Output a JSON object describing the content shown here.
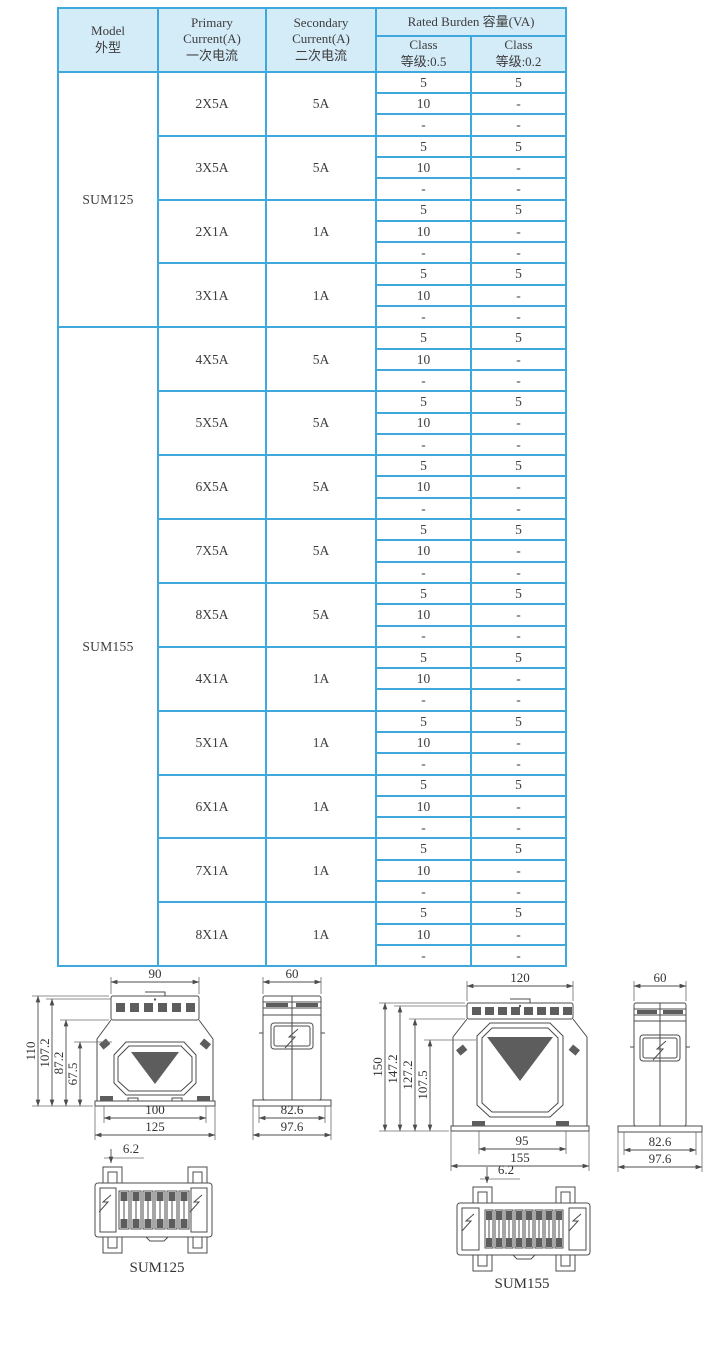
{
  "colors": {
    "table_border": "#3fa8dc",
    "header_bg": "#d4ebf8",
    "text": "#3d3d3d",
    "drawing_line": "#4c4c4c"
  },
  "table": {
    "header": {
      "model": "Model\n外型",
      "primary": "Primary\nCurrent(A)\n一次电流",
      "secondary": "Secondary\nCurrent(A)\n二次电流",
      "rated_burden": "Rated Burden 容量(VA)",
      "class_05": "Class\n等级:0.5",
      "class_02": "Class\n等级:0.2"
    },
    "sections": [
      {
        "model": "SUM125",
        "groups": [
          {
            "primary": "2X5A",
            "secondary": "5A",
            "burdens": [
              [
                "5",
                "5"
              ],
              [
                "10",
                "-"
              ],
              [
                "-",
                "-"
              ]
            ]
          },
          {
            "primary": "3X5A",
            "secondary": "5A",
            "burdens": [
              [
                "5",
                "5"
              ],
              [
                "10",
                "-"
              ],
              [
                "-",
                "-"
              ]
            ]
          },
          {
            "primary": "2X1A",
            "secondary": "1A",
            "burdens": [
              [
                "5",
                "5"
              ],
              [
                "10",
                "-"
              ],
              [
                "-",
                "-"
              ]
            ]
          },
          {
            "primary": "3X1A",
            "secondary": "1A",
            "burdens": [
              [
                "5",
                "5"
              ],
              [
                "10",
                "-"
              ],
              [
                "-",
                "-"
              ]
            ]
          }
        ]
      },
      {
        "model": "SUM155",
        "groups": [
          {
            "primary": "4X5A",
            "secondary": "5A",
            "burdens": [
              [
                "5",
                "5"
              ],
              [
                "10",
                "-"
              ],
              [
                "-",
                "-"
              ]
            ]
          },
          {
            "primary": "5X5A",
            "secondary": "5A",
            "burdens": [
              [
                "5",
                "5"
              ],
              [
                "10",
                "-"
              ],
              [
                "-",
                "-"
              ]
            ]
          },
          {
            "primary": "6X5A",
            "secondary": "5A",
            "burdens": [
              [
                "5",
                "5"
              ],
              [
                "10",
                "-"
              ],
              [
                "-",
                "-"
              ]
            ]
          },
          {
            "primary": "7X5A",
            "secondary": "5A",
            "burdens": [
              [
                "5",
                "5"
              ],
              [
                "10",
                "-"
              ],
              [
                "-",
                "-"
              ]
            ]
          },
          {
            "primary": "8X5A",
            "secondary": "5A",
            "burdens": [
              [
                "5",
                "5"
              ],
              [
                "10",
                "-"
              ],
              [
                "-",
                "-"
              ]
            ]
          },
          {
            "primary": "4X1A",
            "secondary": "1A",
            "burdens": [
              [
                "5",
                "5"
              ],
              [
                "10",
                "-"
              ],
              [
                "-",
                "-"
              ]
            ]
          },
          {
            "primary": "5X1A",
            "secondary": "1A",
            "burdens": [
              [
                "5",
                "5"
              ],
              [
                "10",
                "-"
              ],
              [
                "-",
                "-"
              ]
            ]
          },
          {
            "primary": "6X1A",
            "secondary": "1A",
            "burdens": [
              [
                "5",
                "5"
              ],
              [
                "10",
                "-"
              ],
              [
                "-",
                "-"
              ]
            ]
          },
          {
            "primary": "7X1A",
            "secondary": "1A",
            "burdens": [
              [
                "5",
                "5"
              ],
              [
                "10",
                "-"
              ],
              [
                "-",
                "-"
              ]
            ]
          },
          {
            "primary": "8X1A",
            "secondary": "1A",
            "burdens": [
              [
                "5",
                "5"
              ],
              [
                "10",
                "-"
              ],
              [
                "-",
                "-"
              ]
            ]
          }
        ]
      }
    ]
  },
  "drawings": {
    "sum125": {
      "label": "SUM125",
      "front": {
        "top_width": "90",
        "heights": [
          "110",
          "107.2",
          "87.2",
          "67.5"
        ],
        "bottom_widths": [
          "100",
          "125"
        ]
      },
      "side": {
        "top_width": "60",
        "bottom_widths": [
          "82.6",
          "97.6"
        ]
      },
      "terminal_pitch": "6.2"
    },
    "sum155": {
      "label": "SUM155",
      "front": {
        "top_width": "120",
        "heights": [
          "150",
          "147.2",
          "127.2",
          "107.5"
        ],
        "bottom_widths": [
          "95",
          "155"
        ]
      },
      "side": {
        "top_width": "60",
        "bottom_widths": [
          "82.6",
          "97.6"
        ]
      },
      "terminal_pitch": "6.2"
    }
  }
}
